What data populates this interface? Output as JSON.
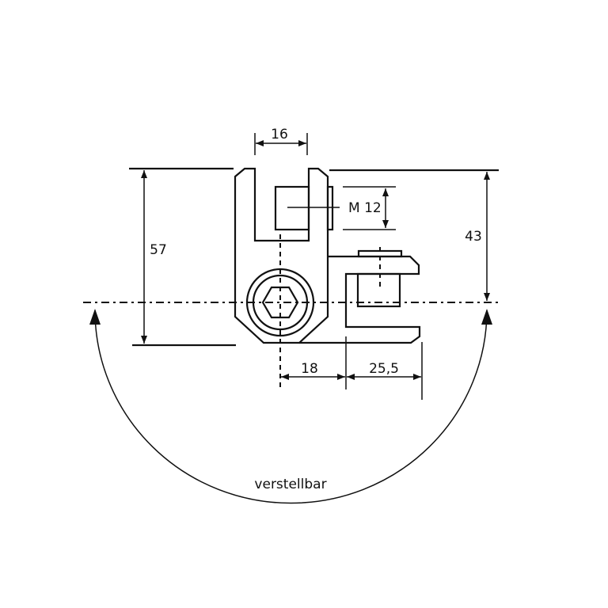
{
  "dimensions": {
    "width_top": "16",
    "thread": "M 12",
    "height_left": "57",
    "height_right": "43",
    "offset_bottom_left": "18",
    "offset_bottom_right": "25,5"
  },
  "annotation": "verstellbar"
}
